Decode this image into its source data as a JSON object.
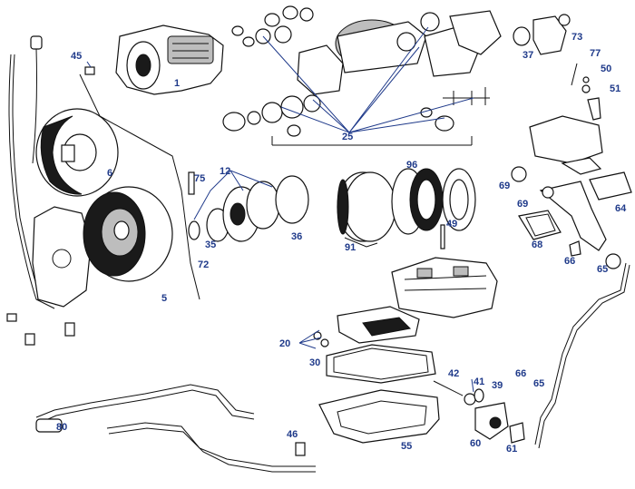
{
  "diagram": {
    "callouts": {
      "c1": "1",
      "c5": "5",
      "c6": "6",
      "c12": "12",
      "c20": "20",
      "c25": "25",
      "c30": "30",
      "c35": "35",
      "c36": "36",
      "c37": "37",
      "c39": "39",
      "c41": "41",
      "c42": "42",
      "c45": "45",
      "c46": "46",
      "c49": "49",
      "c50": "50",
      "c51": "51",
      "c55": "55",
      "c60": "60",
      "c61": "61",
      "c64": "64",
      "c65a": "65",
      "c65b": "65",
      "c66a": "66",
      "c66b": "66",
      "c68": "68",
      "c69a": "69",
      "c69b": "69",
      "c72": "72",
      "c73": "73",
      "c75": "75",
      "c77": "77",
      "c80": "80",
      "c91": "91",
      "c96": "96"
    }
  }
}
